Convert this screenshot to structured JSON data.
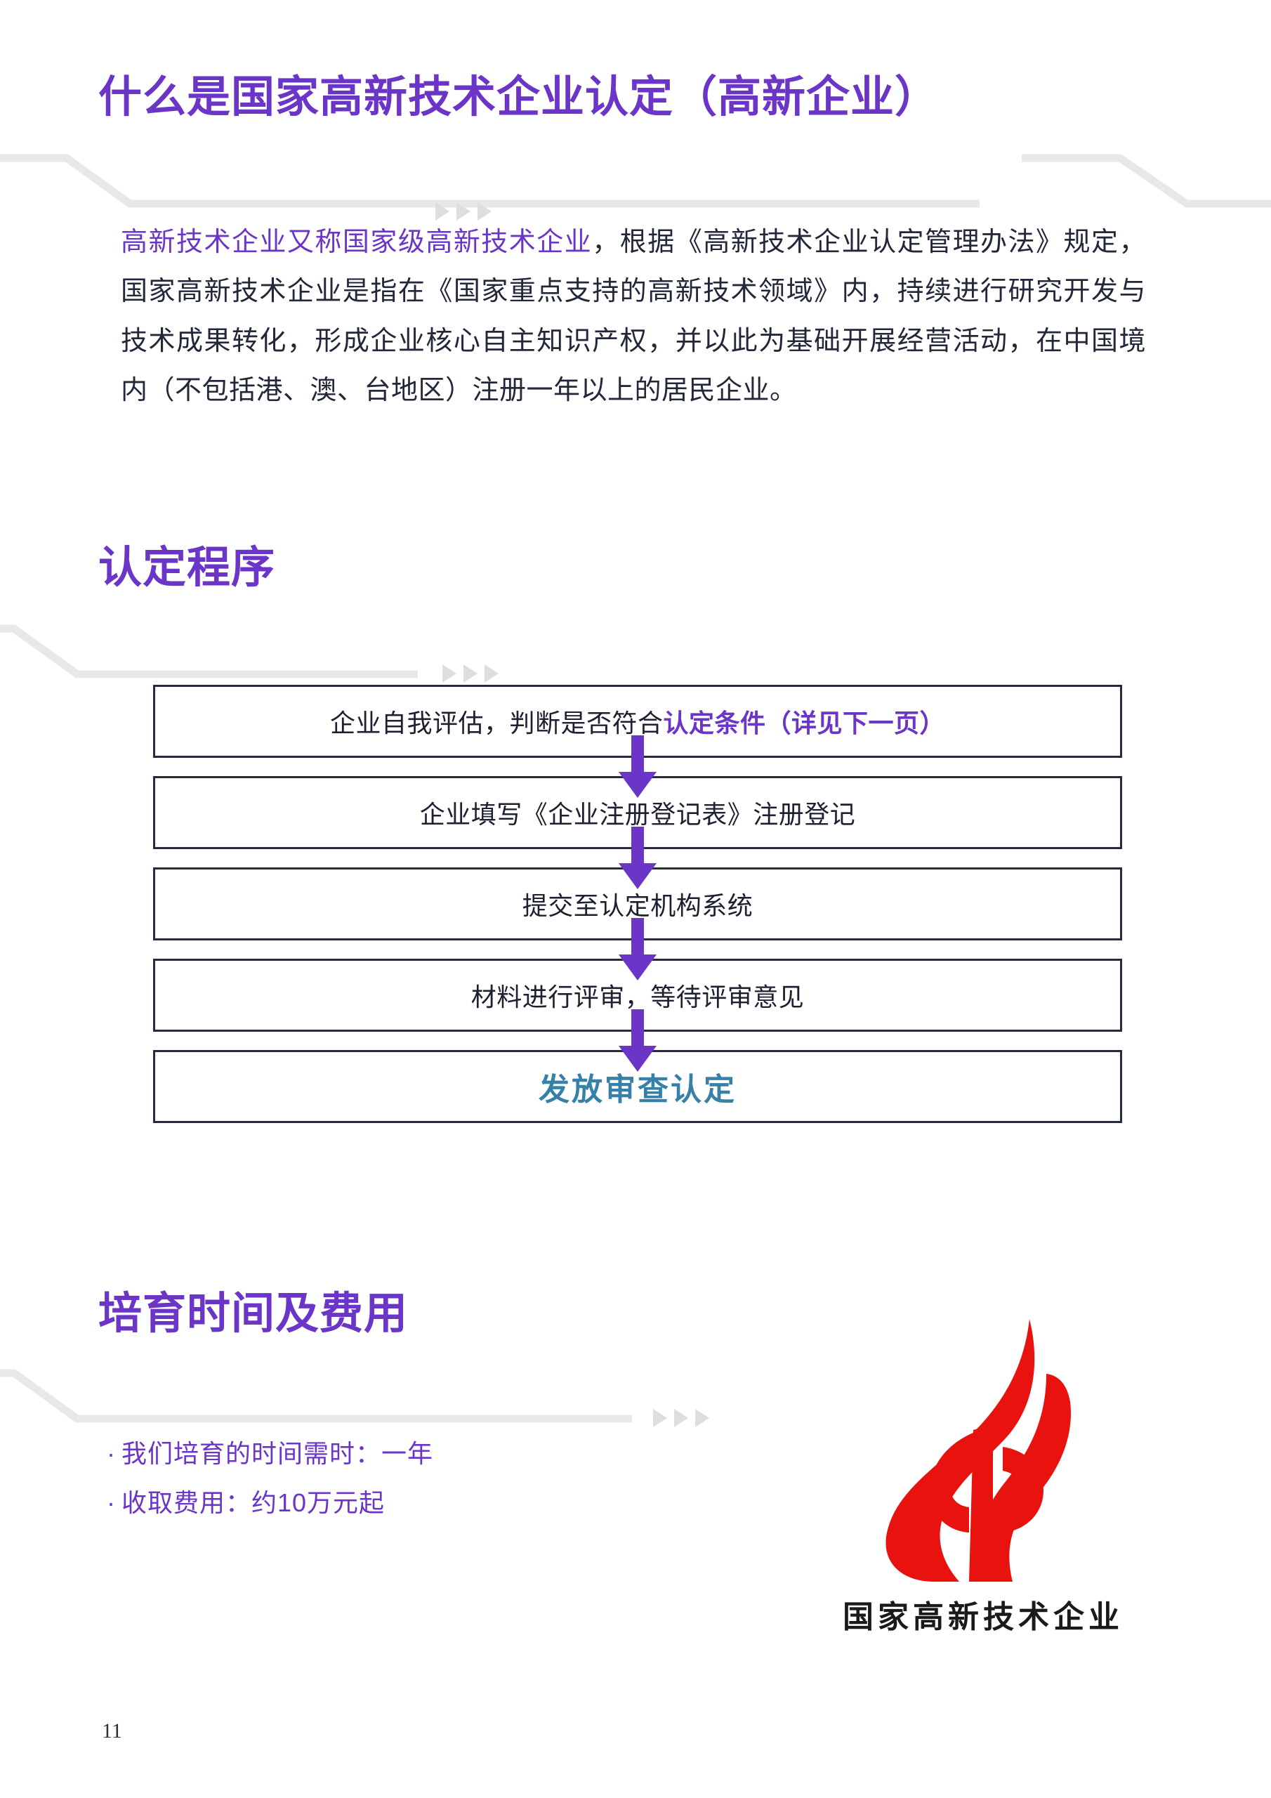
{
  "page": {
    "number": "11",
    "background": "#ffffff",
    "accent_purple": "#6B35C8",
    "accent_teal": "#3781A8",
    "logo_red": "#E8120F",
    "border_dark": "#262B3E",
    "deco_gray": "#E8E8E8"
  },
  "sections": [
    {
      "id": "what-is",
      "title": "什么是国家高新技术企业认定（高新企业）"
    },
    {
      "id": "procedure",
      "title": "认定程序"
    },
    {
      "id": "time-and-fee",
      "title": "培育时间及费用"
    }
  ],
  "intro_paragraph": {
    "highlight": "高新技术企业又称国家级高新技术企业",
    "rest": "，根据《高新技术企业认定管理办法》规定，国家高新技术企业是指在《国家重点支持的高新技术领域》内，持续进行研究开发与技术成果转化，形成企业核心自主知识产权，并以此为基础开展经营活动，在中国境内（不包括港、澳、台地区）注册一年以上的居民企业。"
  },
  "flowchart": {
    "steps": [
      {
        "text": "企业自我评估，判断是否符合",
        "accent": "认定条件（详见下一页）",
        "style": "normal"
      },
      {
        "text": "企业填写《企业注册登记表》注册登记",
        "accent": "",
        "style": "normal"
      },
      {
        "text": "提交至认定机构系统",
        "accent": "",
        "style": "normal"
      },
      {
        "text": "材料进行评审，等待评审意见",
        "accent": "",
        "style": "normal"
      },
      {
        "text": "发放审查认定",
        "accent": "",
        "style": "final"
      }
    ]
  },
  "fee_bullets": [
    {
      "dot": "·",
      "text": "我们培育的时间需时：一年"
    },
    {
      "dot": "·",
      "text": "收取费用：约10万元起"
    }
  ],
  "logo": {
    "caption": "国家高新技术企业"
  }
}
